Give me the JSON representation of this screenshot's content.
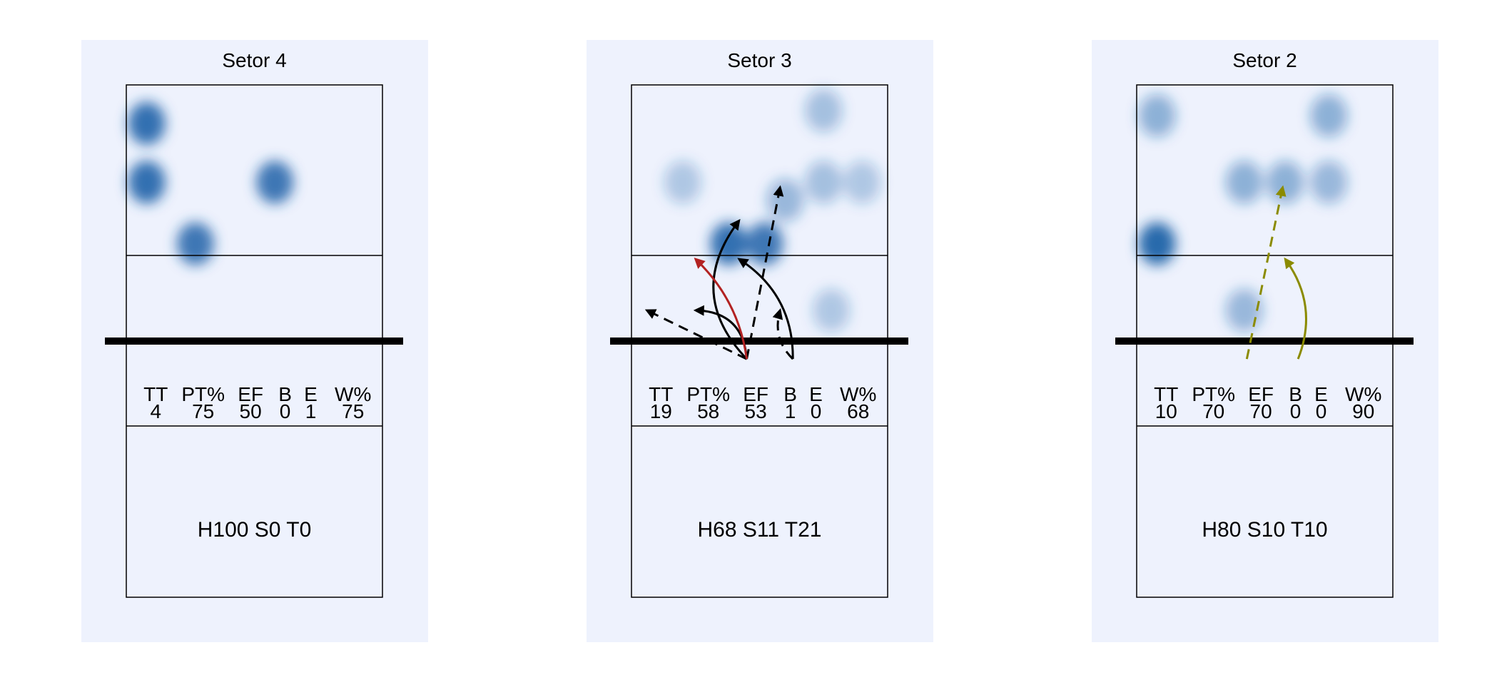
{
  "colors": {
    "panel_bg": "#eef2fd",
    "heat": "#1c62a8",
    "court_line": "#000000",
    "net": "#000000"
  },
  "chart_data": [
    {
      "type": "heatmap",
      "title": "Setor 4",
      "stats": {
        "headers": [
          "TT",
          "PT%",
          "EF",
          "B",
          "E",
          "W%"
        ],
        "values": [
          "4",
          "75",
          "50",
          "0",
          "1",
          "75"
        ]
      },
      "footer": "H100 S0 T0",
      "heat_blobs": [
        {
          "x": 0.08,
          "y": 0.85,
          "intensity": 0.9
        },
        {
          "x": 0.08,
          "y": 0.62,
          "intensity": 0.9
        },
        {
          "x": 0.27,
          "y": 0.38,
          "intensity": 0.85
        },
        {
          "x": 0.58,
          "y": 0.62,
          "intensity": 0.85
        }
      ],
      "attacks": []
    },
    {
      "type": "heatmap",
      "title": "Setor 3",
      "stats": {
        "headers": [
          "TT",
          "PT%",
          "EF",
          "B",
          "E",
          "W%"
        ],
        "values": [
          "19",
          "58",
          "53",
          "1",
          "0",
          "68"
        ]
      },
      "footer": "H68 S11 T21",
      "heat_blobs": [
        {
          "x": 0.2,
          "y": 0.62,
          "intensity": 0.3
        },
        {
          "x": 0.38,
          "y": 0.38,
          "intensity": 0.9
        },
        {
          "x": 0.52,
          "y": 0.38,
          "intensity": 0.85
        },
        {
          "x": 0.6,
          "y": 0.55,
          "intensity": 0.4
        },
        {
          "x": 0.75,
          "y": 0.9,
          "intensity": 0.35
        },
        {
          "x": 0.75,
          "y": 0.62,
          "intensity": 0.35
        },
        {
          "x": 0.9,
          "y": 0.62,
          "intensity": 0.3
        },
        {
          "x": 0.78,
          "y": 0.12,
          "intensity": 0.3
        }
      ],
      "attacks": [
        {
          "from": [
            0.45,
            -0.07
          ],
          "to": [
            0.06,
            0.12
          ],
          "style": "dashed",
          "color": "#000000",
          "curve": 0
        },
        {
          "from": [
            0.45,
            -0.07
          ],
          "to": [
            0.58,
            0.6
          ],
          "style": "dashed",
          "color": "#000000",
          "curve": 0
        },
        {
          "from": [
            0.45,
            -0.07
          ],
          "to": [
            0.25,
            0.12
          ],
          "style": "solid",
          "color": "#000000",
          "curve": 0.9
        },
        {
          "from": [
            0.45,
            -0.07
          ],
          "to": [
            0.42,
            0.47
          ],
          "style": "solid",
          "color": "#000000",
          "curve": -0.85
        },
        {
          "from": [
            0.45,
            -0.07
          ],
          "to": [
            0.25,
            0.32
          ],
          "style": "solid",
          "color": "#b22222",
          "curve": 0.35
        },
        {
          "from": [
            0.63,
            -0.07
          ],
          "to": [
            0.58,
            0.12
          ],
          "style": "dashed",
          "color": "#000000",
          "curve": -0.6
        },
        {
          "from": [
            0.63,
            -0.07
          ],
          "to": [
            0.42,
            0.32
          ],
          "style": "solid",
          "color": "#000000",
          "curve": 0.55
        }
      ]
    },
    {
      "type": "heatmap",
      "title": "Setor 2",
      "stats": {
        "headers": [
          "TT",
          "PT%",
          "EF",
          "B",
          "E",
          "W%"
        ],
        "values": [
          "10",
          "70",
          "70",
          "0",
          "0",
          "90"
        ]
      },
      "footer": "H80 S10 T10",
      "heat_blobs": [
        {
          "x": 0.08,
          "y": 0.88,
          "intensity": 0.45
        },
        {
          "x": 0.08,
          "y": 0.38,
          "intensity": 0.95
        },
        {
          "x": 0.42,
          "y": 0.62,
          "intensity": 0.45
        },
        {
          "x": 0.58,
          "y": 0.62,
          "intensity": 0.45
        },
        {
          "x": 0.75,
          "y": 0.62,
          "intensity": 0.4
        },
        {
          "x": 0.75,
          "y": 0.88,
          "intensity": 0.45
        },
        {
          "x": 0.42,
          "y": 0.12,
          "intensity": 0.4
        }
      ],
      "attacks": [
        {
          "from": [
            0.43,
            -0.07
          ],
          "to": [
            0.57,
            0.6
          ],
          "style": "dashed",
          "color": "#8b8b00",
          "curve": 0
        },
        {
          "from": [
            0.63,
            -0.07
          ],
          "to": [
            0.58,
            0.32
          ],
          "style": "solid",
          "color": "#8b8b00",
          "curve": 0.55
        }
      ]
    }
  ]
}
